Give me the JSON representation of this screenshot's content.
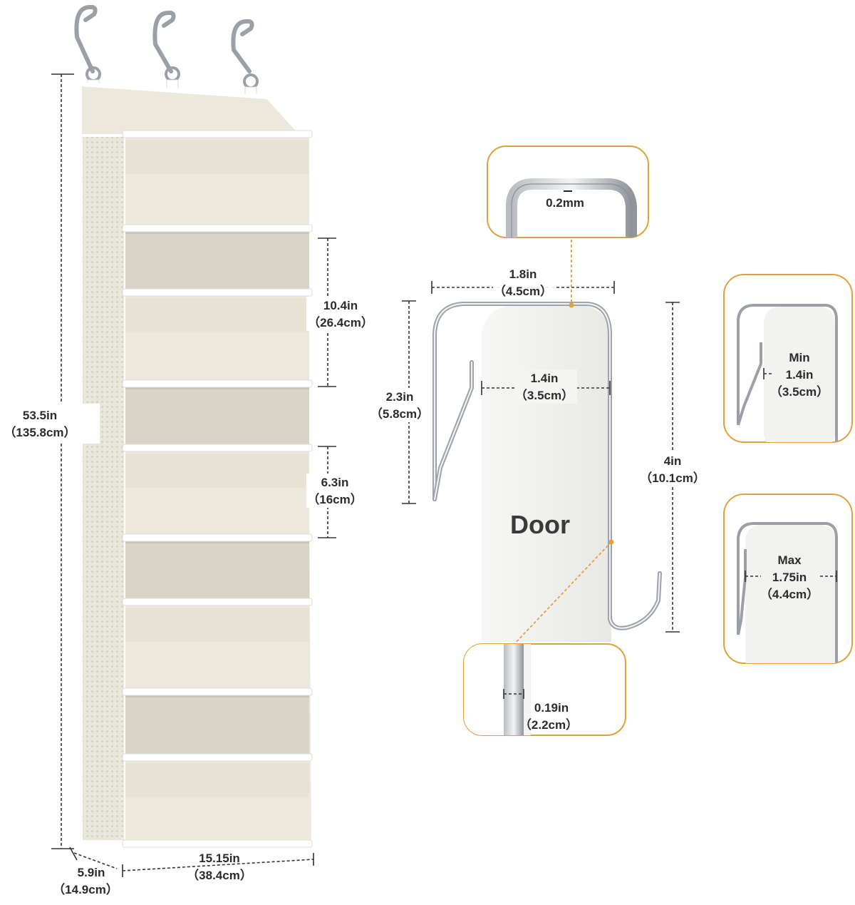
{
  "organizer": {
    "height": {
      "imperial": "53.5in",
      "metric": "（135.8cm）"
    },
    "width": {
      "imperial": "15.15in",
      "metric": "（38.4cm）"
    },
    "depth": {
      "imperial": "5.9in",
      "metric": "（14.9cm）"
    },
    "large_pocket": {
      "imperial": "10.4in",
      "metric": "（26.4cm）"
    },
    "small_pocket": {
      "imperial": "6.3in",
      "metric": "（16cm）"
    },
    "hook_count": 3,
    "colors": {
      "fabric": "#ece8dc",
      "trim": "#ffffff",
      "pocket_inner": "#d9d4c6"
    }
  },
  "hook_detail": {
    "thickness_callout": "0.2mm",
    "top_width": {
      "imperial": "1.8in",
      "metric": "（4.5cm）"
    },
    "inner_width": {
      "imperial": "1.4in",
      "metric": "（3.5cm）"
    },
    "front_drop": {
      "imperial": "2.3in",
      "metric": "（5.8cm）"
    },
    "back_drop": {
      "imperial": "4in",
      "metric": "（10.1cm）"
    },
    "door_label": "Door",
    "gap_callout": {
      "imperial": "0.19in",
      "metric": "（2.2cm）"
    }
  },
  "door_range": {
    "min": {
      "label": "Min",
      "imperial": "1.4in",
      "metric": "（3.5cm）"
    },
    "max": {
      "label": "Max",
      "imperial": "1.75in",
      "metric": "（4.4cm）"
    }
  },
  "colors": {
    "accent": "#e0a13c",
    "metal": "#9aa0a6",
    "door": "#f2f2f0"
  }
}
